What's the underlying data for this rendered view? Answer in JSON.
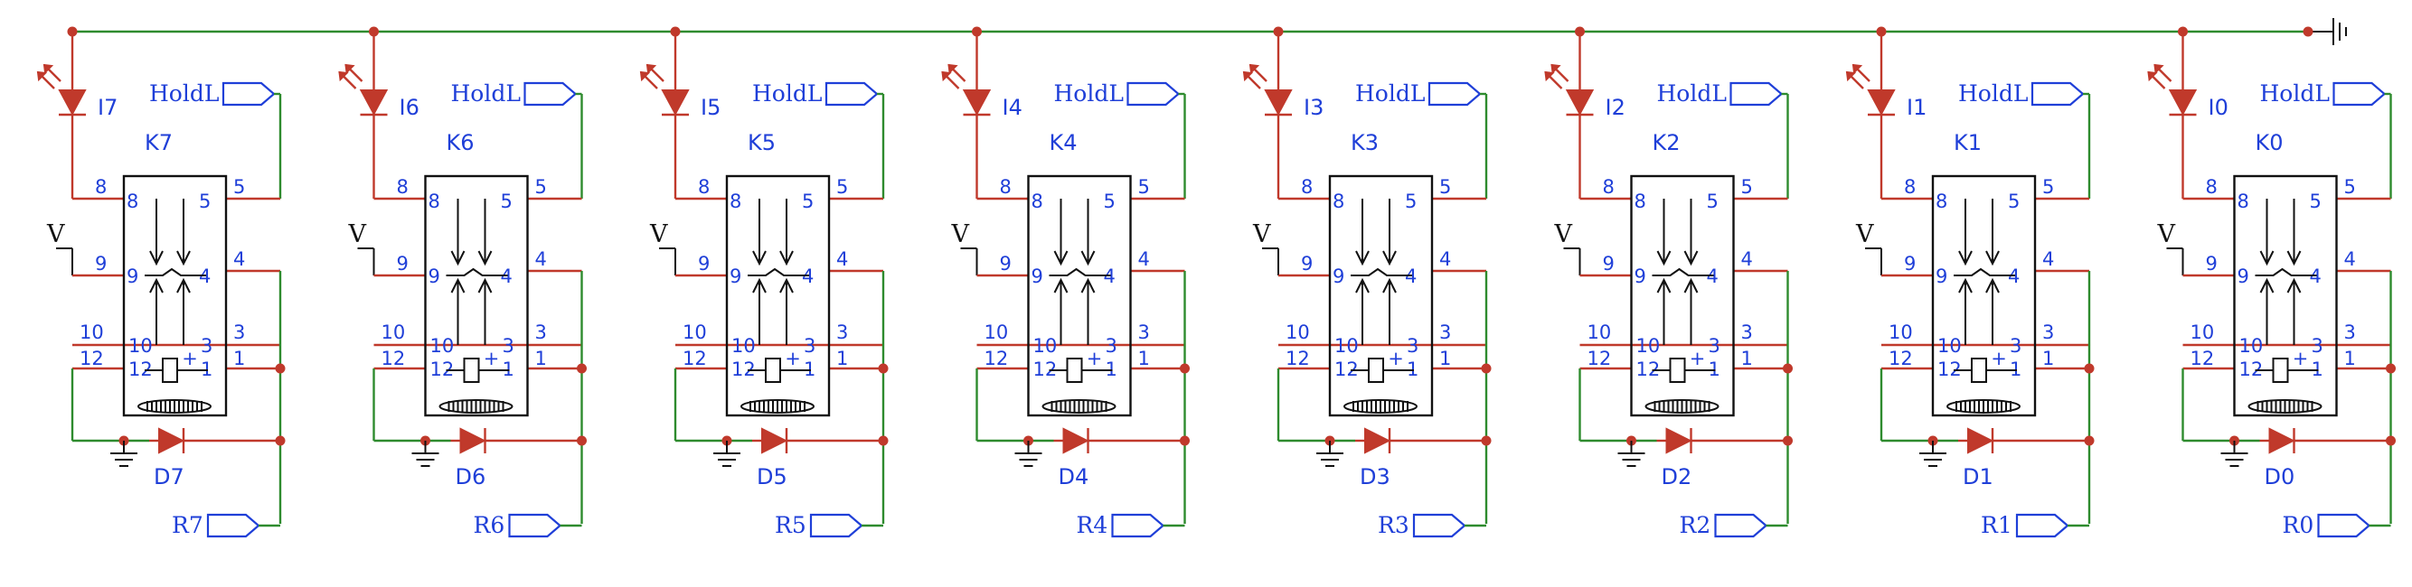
{
  "hold_net": "HoldL",
  "v_net": "V",
  "colors": {
    "wire": "#2e8b2e",
    "lead": "#c0392b",
    "text": "#1f3fd8",
    "body": "#111111"
  },
  "pins": {
    "p8": "8",
    "p5": "5",
    "p9": "9",
    "p4": "4",
    "p10": "10",
    "p3": "3",
    "p12": "12",
    "p1": "1",
    "plus": "+"
  },
  "stages": [
    {
      "relay": "K7",
      "led": "I7",
      "diode": "D7",
      "reset": "R7"
    },
    {
      "relay": "K6",
      "led": "I6",
      "diode": "D6",
      "reset": "R6"
    },
    {
      "relay": "K5",
      "led": "I5",
      "diode": "D5",
      "reset": "R5"
    },
    {
      "relay": "K4",
      "led": "I4",
      "diode": "D4",
      "reset": "R4"
    },
    {
      "relay": "K3",
      "led": "I3",
      "diode": "D3",
      "reset": "R3"
    },
    {
      "relay": "K2",
      "led": "I2",
      "diode": "D2",
      "reset": "R2"
    },
    {
      "relay": "K1",
      "led": "I1",
      "diode": "D1",
      "reset": "R1"
    },
    {
      "relay": "K0",
      "led": "I0",
      "diode": "D0",
      "reset": "R0"
    }
  ],
  "ground_symbol": "ground-icon"
}
